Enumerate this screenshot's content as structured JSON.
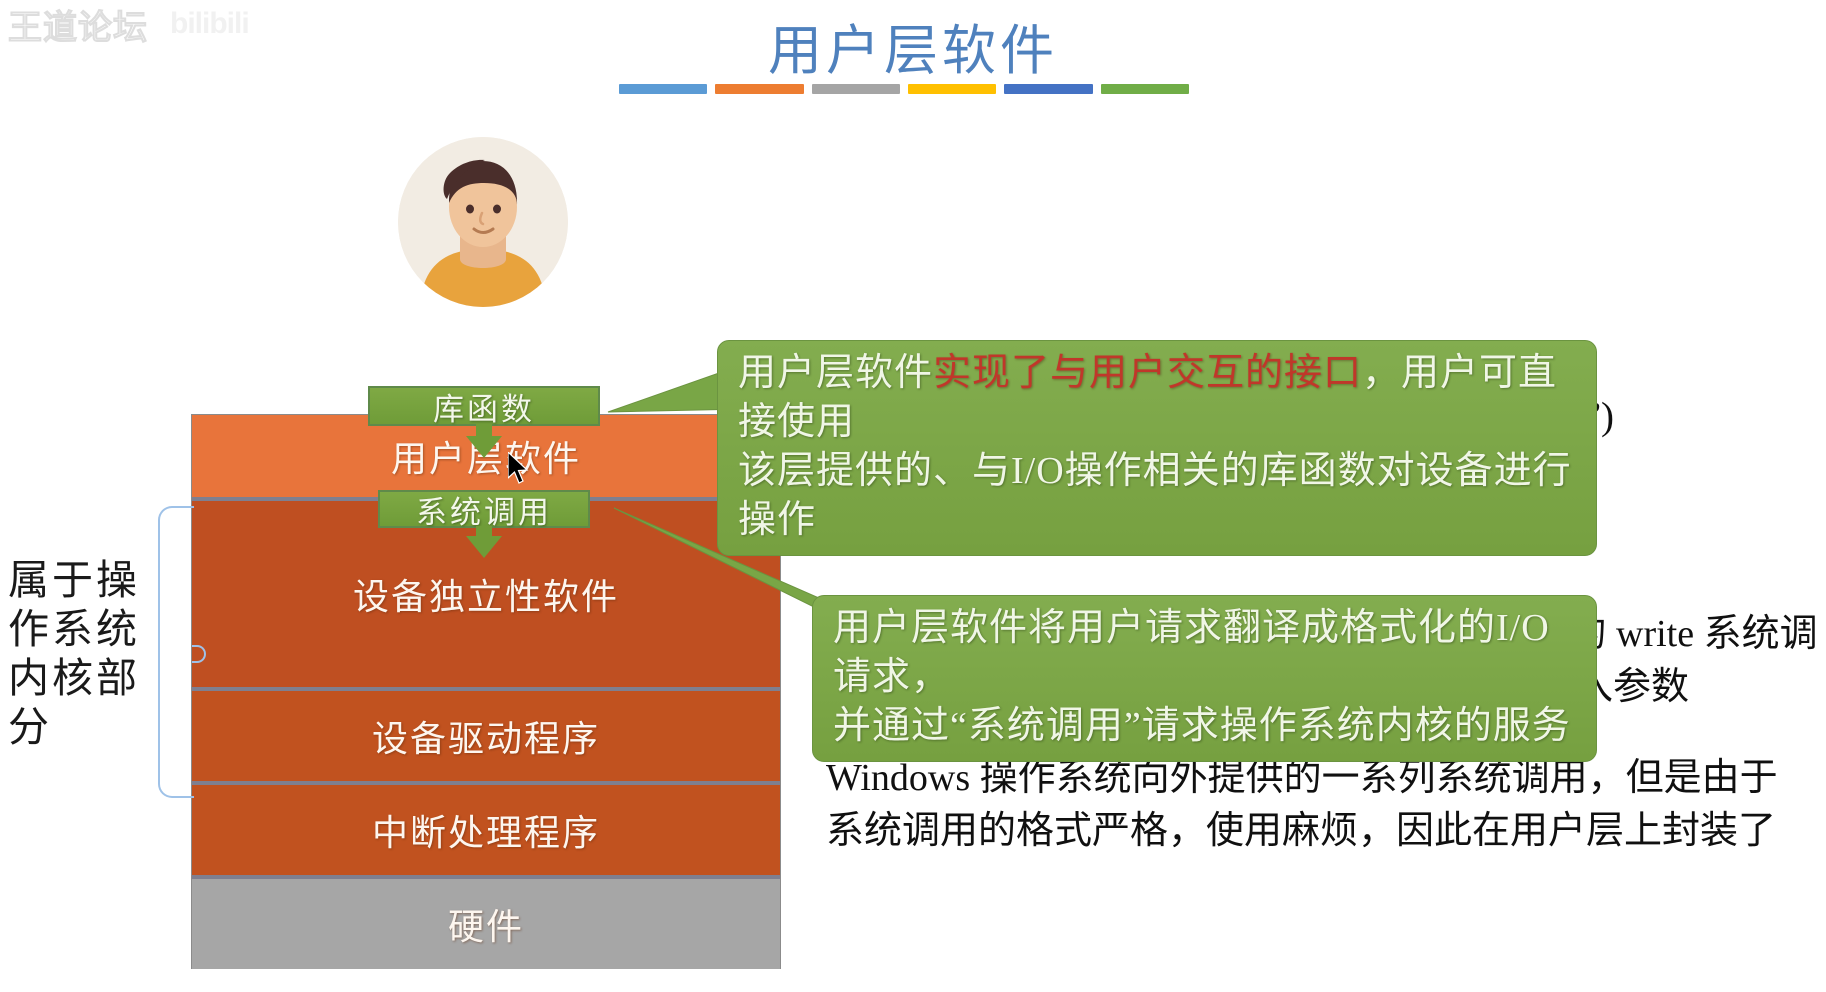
{
  "watermark": {
    "text": "王道论坛",
    "logo": "bilibili"
  },
  "title": "用户层软件",
  "title_rule_colors": [
    "#5b9bd5",
    "#ed7d31",
    "#a5a5a5",
    "#ffc000",
    "#4472c4",
    "#70ad47"
  ],
  "avatar": {
    "name": "user-avatar"
  },
  "stack": {
    "layers": [
      {
        "label": "用户层软件",
        "color": "#e8743b",
        "height": 86
      },
      {
        "label": "设备独立性软件",
        "color": "#bf4f21",
        "height": 190
      },
      {
        "label": "设备驱动程序",
        "color": "#c1521f",
        "height": 94
      },
      {
        "label": "中断处理程序",
        "color": "#c1521f",
        "height": 94
      },
      {
        "label": "硬件",
        "color": "#a6a6a6",
        "height": 90
      }
    ]
  },
  "chips": {
    "library": "库函数",
    "syscall": "系统调用"
  },
  "kernel_note": "属于操作系统内核部分",
  "callouts": [
    {
      "line1_plain": "用户层软件",
      "line1_highlight": "实现了与用户交互的接口",
      "line1_tail": "，用户可直接使用",
      "line2": "该层提供的、与I/O操作相关的库函数对设备进行操作"
    },
    {
      "line1": "用户层软件将用户请求翻译成格式化的I/O请求，",
      "line2": "并通过“系统调用”请求操作系统内核的服务"
    }
  ],
  "body_text": {
    "eg_printf_top": "Eg：printf(“hello, world!”)",
    "eg_printf_block": [
      "Eg： printf(“hello, world!”); 会被翻译成等价的 write 系统调",
      "用，当然，用户层软件也会在系统调用时填入参数"
    ],
    "windows_note": [
      "Windows 操作系统向外提供的一系列系统调用，但是由于",
      "系统调用的格式严格，使用麻烦，因此在用户层上封装了"
    ]
  },
  "colors": {
    "title": "#4f81bd",
    "callout_green": "#7ba648",
    "chip_green": "#6f9c38",
    "highlight_red": "#c0372a",
    "user_layer": "#e8743b",
    "kernel_layer": "#bf4f21",
    "hardware_layer": "#a6a6a6",
    "bracket": "#9fc2e8"
  }
}
